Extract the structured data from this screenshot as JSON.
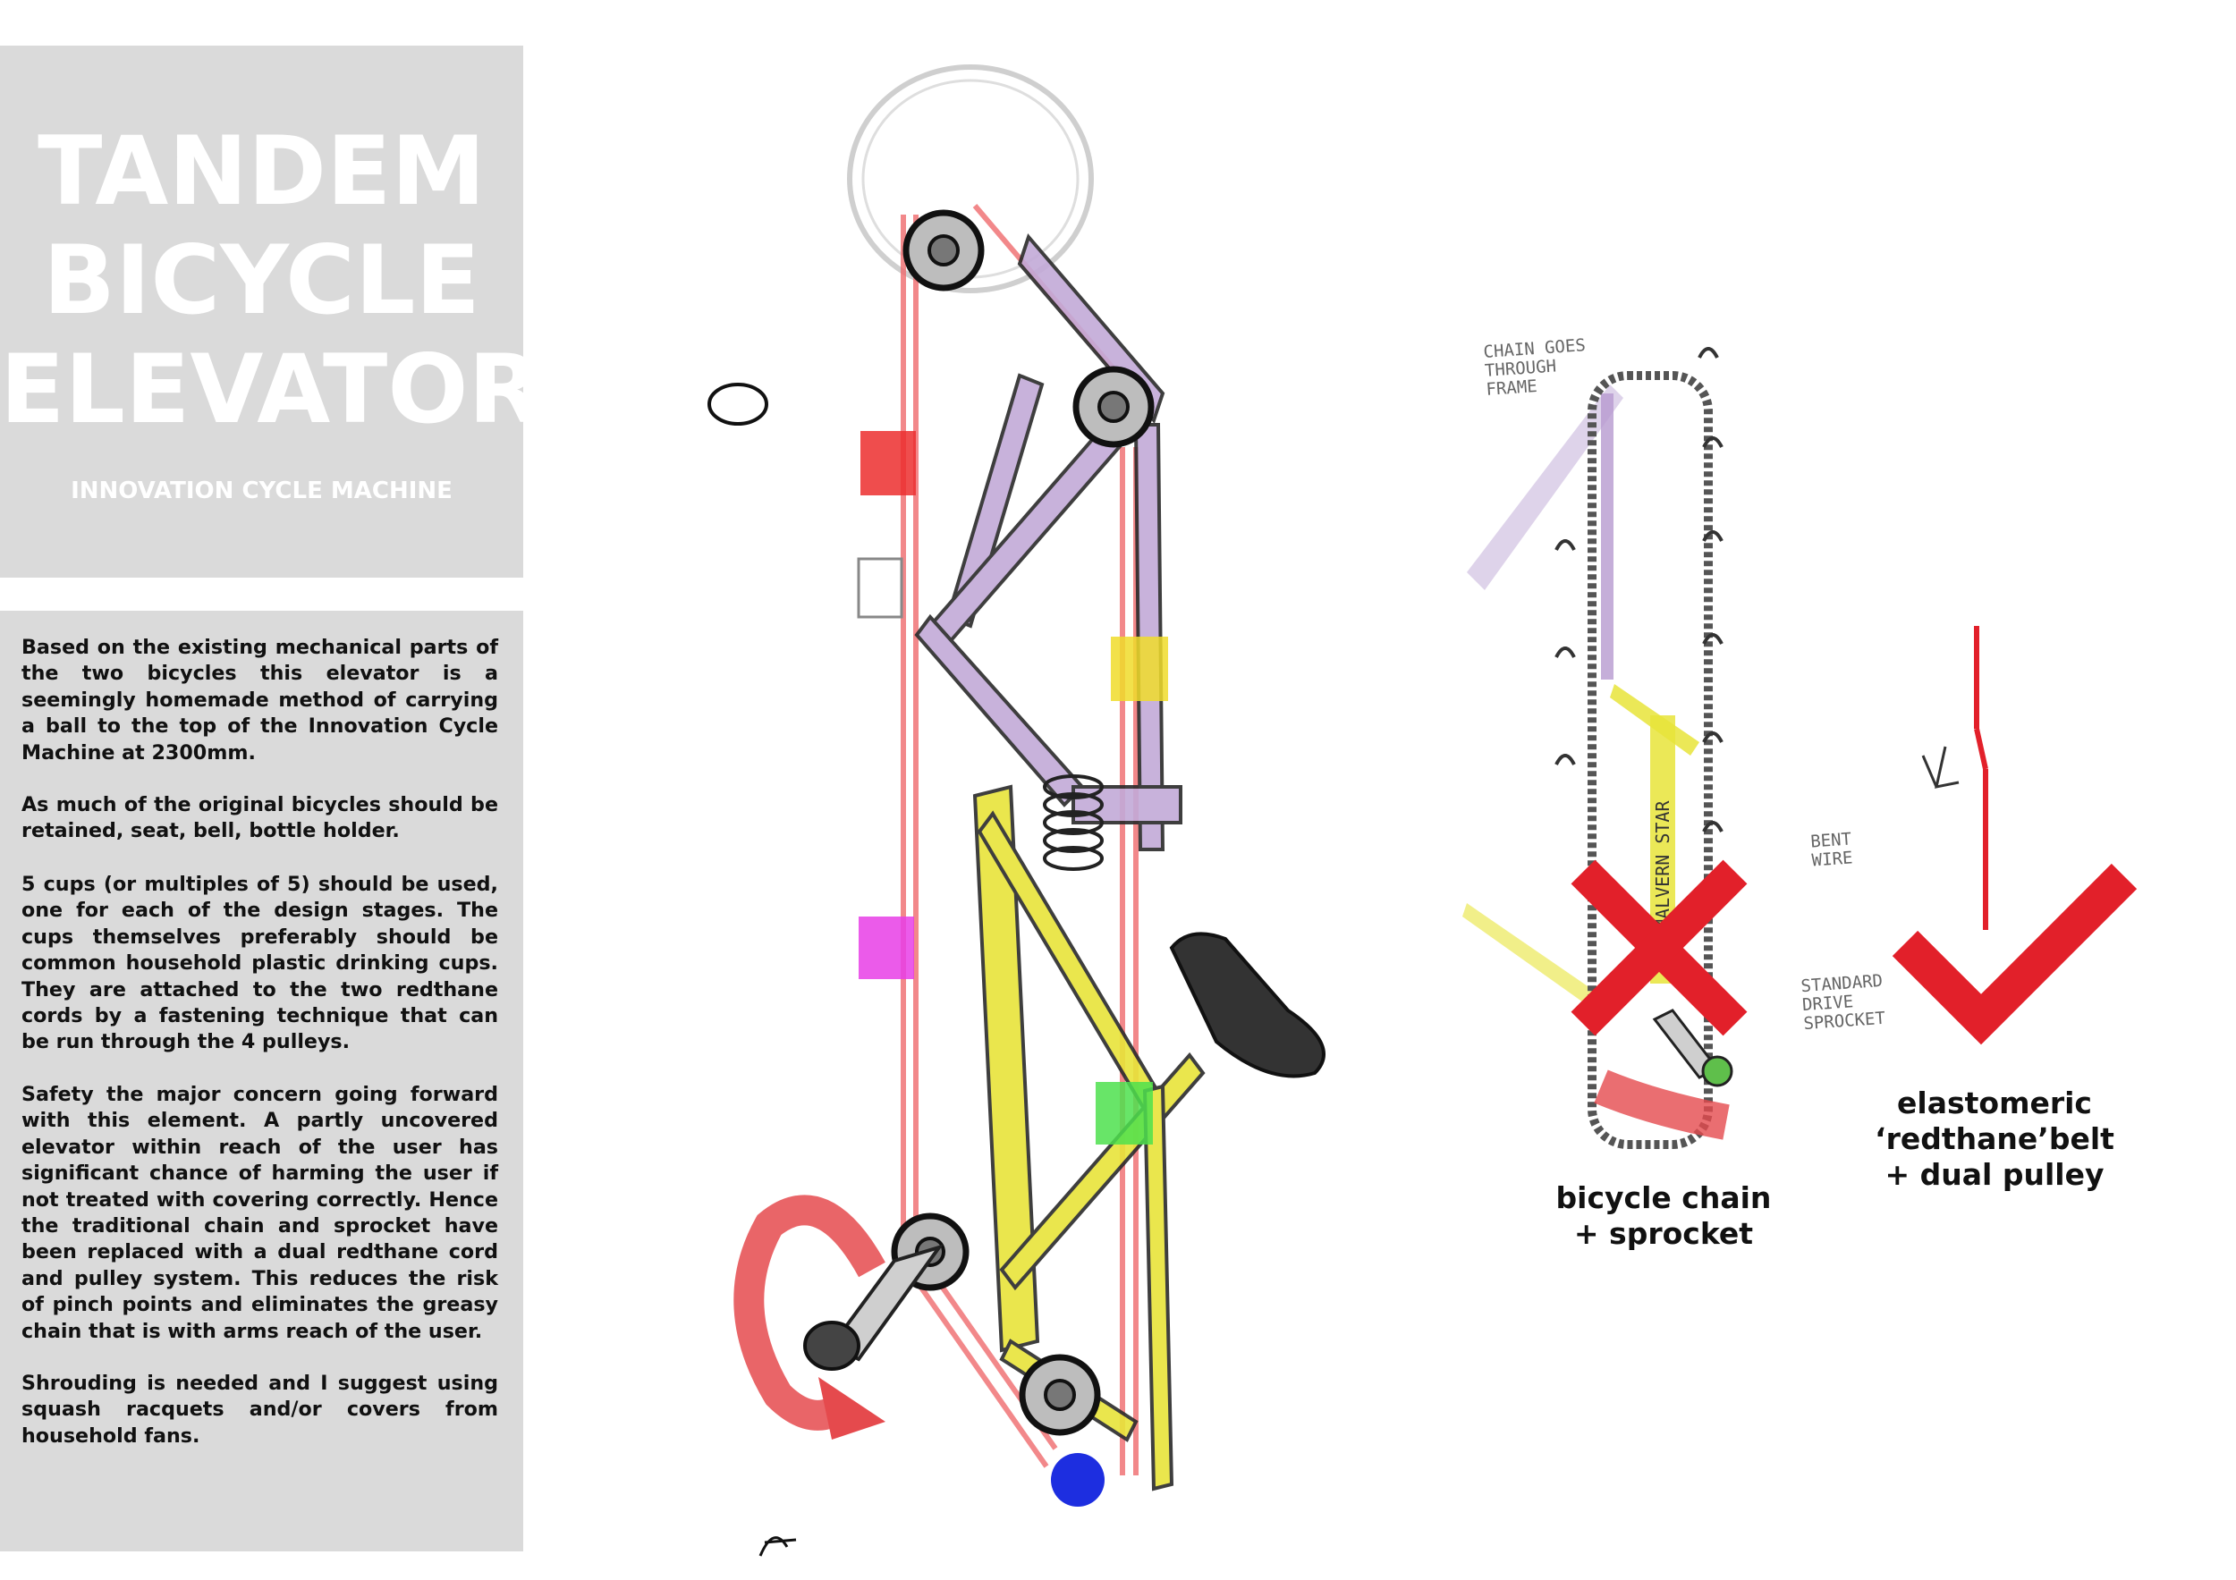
{
  "title": {
    "lines": [
      "TANDEM",
      "BICYCLE",
      "ELEVATOR"
    ],
    "subtitle": "INNOVATION CYCLE MACHINE"
  },
  "description": {
    "paragraphs": [
      "Based on the existing mechanical parts of the two bicycles this elevator is a seemingly homemade method of carrying a ball to the top of the Innovation Cycle Machine at 2300mm.",
      "As much of the original bicycles should be retained, seat, bell, bottle holder.",
      "5 cups (or multiples of 5) should be used, one for each of the design stages. The cups themselves preferably should be common household plastic drinking cups. They are attached to the two redthane cords by a fastening technique that can be run through the 4 pulleys.",
      "Safety the major concern going forward with this element. A partly uncovered elevator within reach of the user has significant chance of harming the user if not treated with covering correctly. Hence the traditional chain and sprocket have been replaced with a dual redthane cord and pulley system. This reduces the risk of pinch points and eliminates the greasy chain that is with arms reach of the user.",
      "Shrouding is needed and I suggest using squash racquets and/or covers from household fans."
    ]
  },
  "comparison": {
    "rejected": {
      "caption_line1": "bicycle chain",
      "caption_line2": "+ sprocket",
      "notes": {
        "chain": [
          "CHAIN GOES",
          "THROUGH",
          "FRAME"
        ],
        "wire": [
          "BENT",
          "WIRE"
        ],
        "sprocket": [
          "STANDARD",
          "DRIVE",
          "SPROCKET"
        ],
        "frame_text": "MALVERN STAR"
      }
    },
    "accepted": {
      "caption_line1": "elastomeric",
      "caption_line2": "‘redthane’belt",
      "caption_line3": "+ dual pulley"
    }
  },
  "colors": {
    "panel": "#dadada",
    "redthane": "#e8383b",
    "purple_frame": "#b79ad0",
    "yellow_frame": "#e5e02a",
    "cross": "#e2202a",
    "check": "#e2202a"
  },
  "cups": [
    "red-cup",
    "yellow-cup",
    "magenta-cup",
    "green-cup",
    "blue-ball"
  ]
}
